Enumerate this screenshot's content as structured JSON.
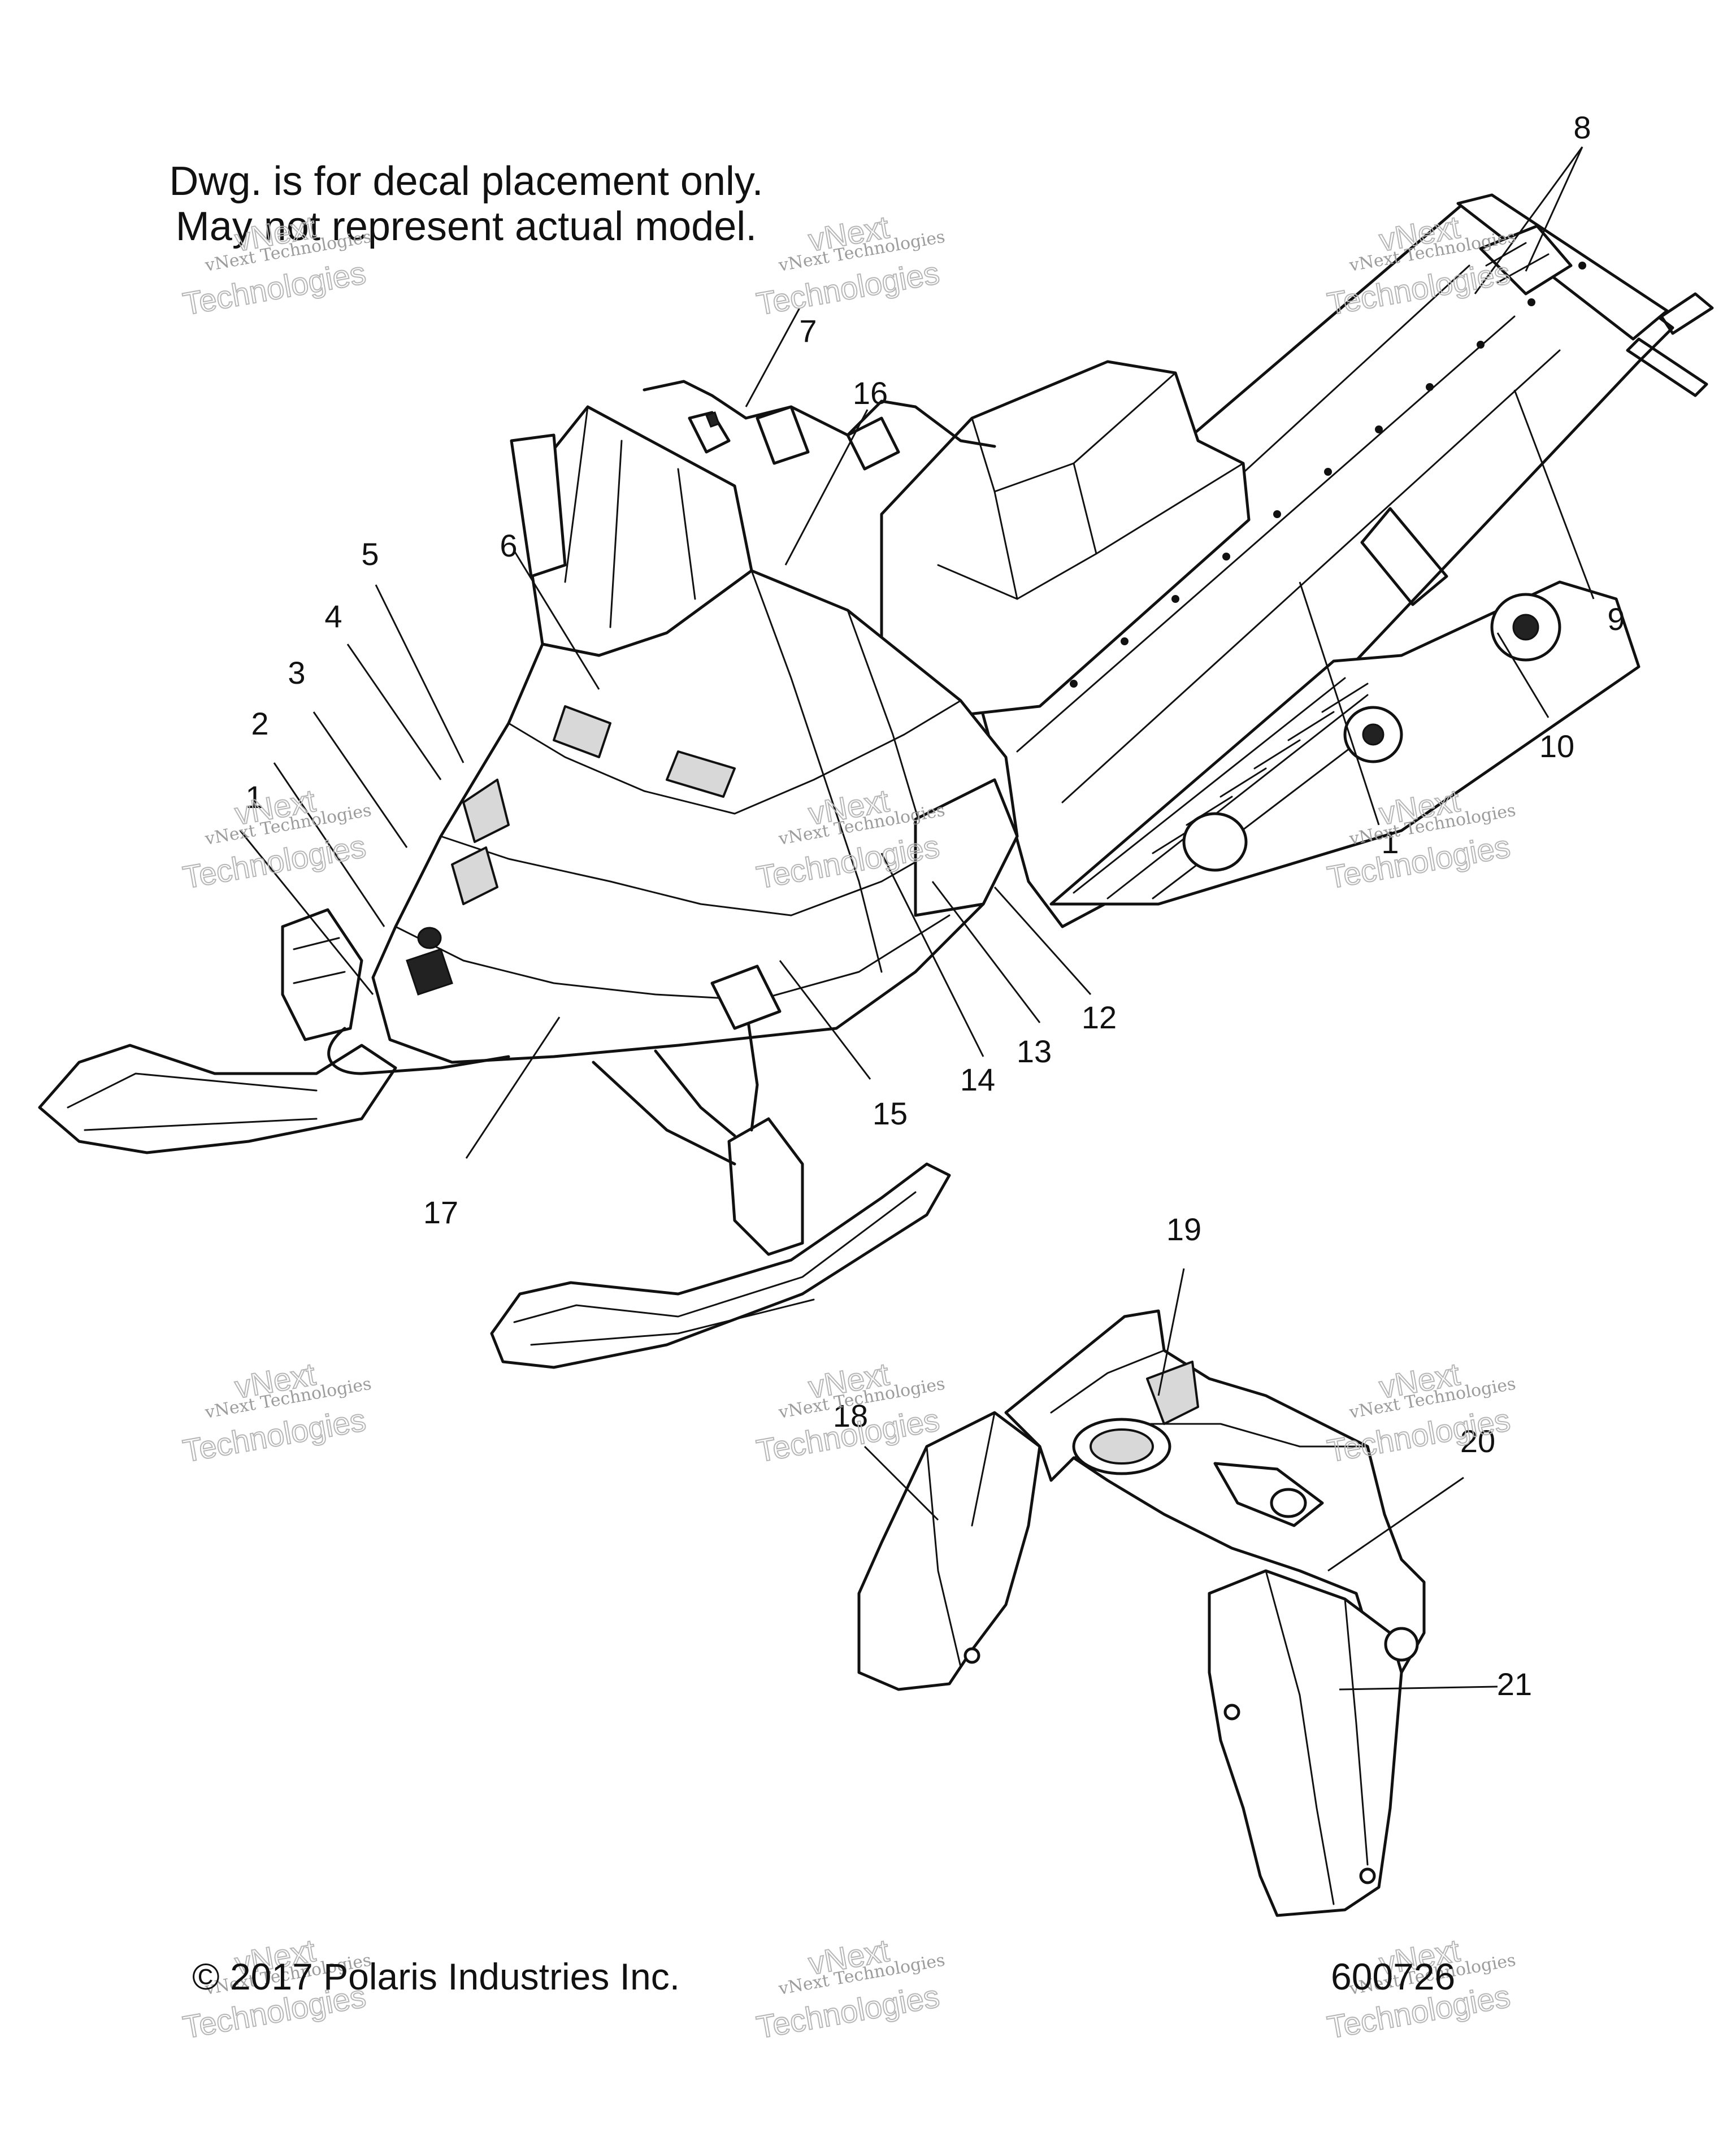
{
  "note": {
    "line1": "Dwg. is for decal placement only.",
    "line2": "May not represent actual model."
  },
  "footer": {
    "copyright": "© 2017 Polaris Industries Inc.",
    "drawing_number": "600726"
  },
  "watermark": {
    "small": "vNext Technologies",
    "large_1": "vNext",
    "large_2": "Technologies"
  },
  "callouts": [
    {
      "id": "c1a",
      "label": "1"
    },
    {
      "id": "c1b",
      "label": "1"
    },
    {
      "id": "c2",
      "label": "2"
    },
    {
      "id": "c3",
      "label": "3"
    },
    {
      "id": "c4",
      "label": "4"
    },
    {
      "id": "c5",
      "label": "5"
    },
    {
      "id": "c6",
      "label": "6"
    },
    {
      "id": "c7",
      "label": "7"
    },
    {
      "id": "c8",
      "label": "8"
    },
    {
      "id": "c9",
      "label": "9"
    },
    {
      "id": "c10",
      "label": "10"
    },
    {
      "id": "c12",
      "label": "12"
    },
    {
      "id": "c13",
      "label": "13"
    },
    {
      "id": "c14",
      "label": "14"
    },
    {
      "id": "c15",
      "label": "15"
    },
    {
      "id": "c16",
      "label": "16"
    },
    {
      "id": "c17",
      "label": "17"
    },
    {
      "id": "c18",
      "label": "18"
    },
    {
      "id": "c19",
      "label": "19"
    },
    {
      "id": "c20",
      "label": "20"
    },
    {
      "id": "c21",
      "label": "21"
    }
  ]
}
